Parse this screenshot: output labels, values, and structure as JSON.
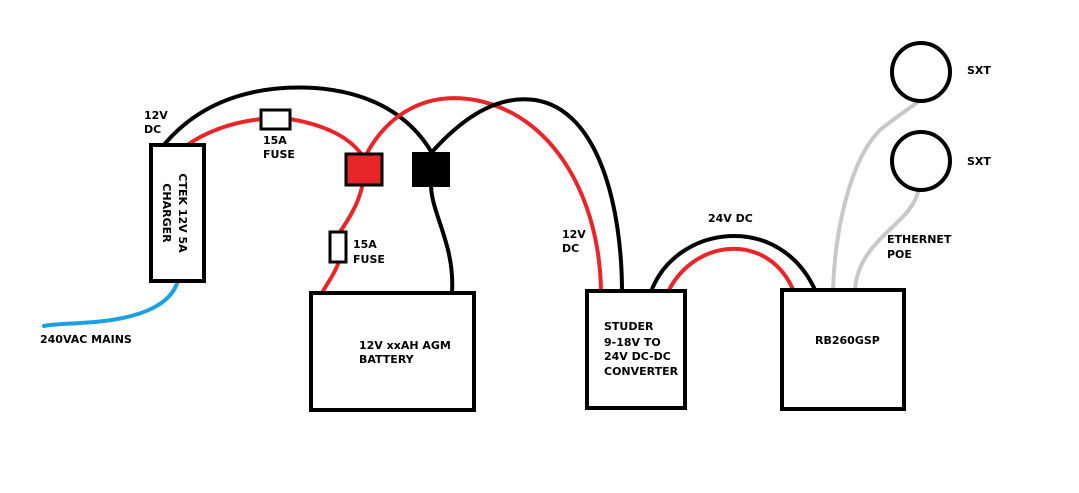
{
  "colors": {
    "positive_wire": "#e8262a",
    "negative_wire": "#000000",
    "mains_wire": "#1ba1e2",
    "ethernet_wire": "#c8c8c8",
    "red_terminal": "#e8262a",
    "black_terminal": "#000000"
  },
  "charger": {
    "line1": "CTEK 12V 5A",
    "line2": "CHARGER"
  },
  "battery": {
    "line1": "12V xxAH AGM",
    "line2": "BATTERY"
  },
  "converter": {
    "line1": "STUDER",
    "line2": "9-18V TO",
    "line3": "24V DC-DC",
    "line4": "CONVERTER"
  },
  "router": {
    "label": "RB260GSP"
  },
  "sxt_top": {
    "label": "SXT"
  },
  "sxt_bottom": {
    "label": "SXT"
  },
  "labels": {
    "charger_out_a": "12V",
    "charger_out_b": "DC",
    "fuse_top_a": "15A",
    "fuse_top_b": "FUSE",
    "fuse_mid_a": "15A",
    "fuse_mid_b": "FUSE",
    "converter_in_a": "12V",
    "converter_in_b": "DC",
    "dc24": "24V DC",
    "ethernet_a": "ETHERNET",
    "ethernet_b": "POE",
    "mains": "240VAC MAINS"
  }
}
